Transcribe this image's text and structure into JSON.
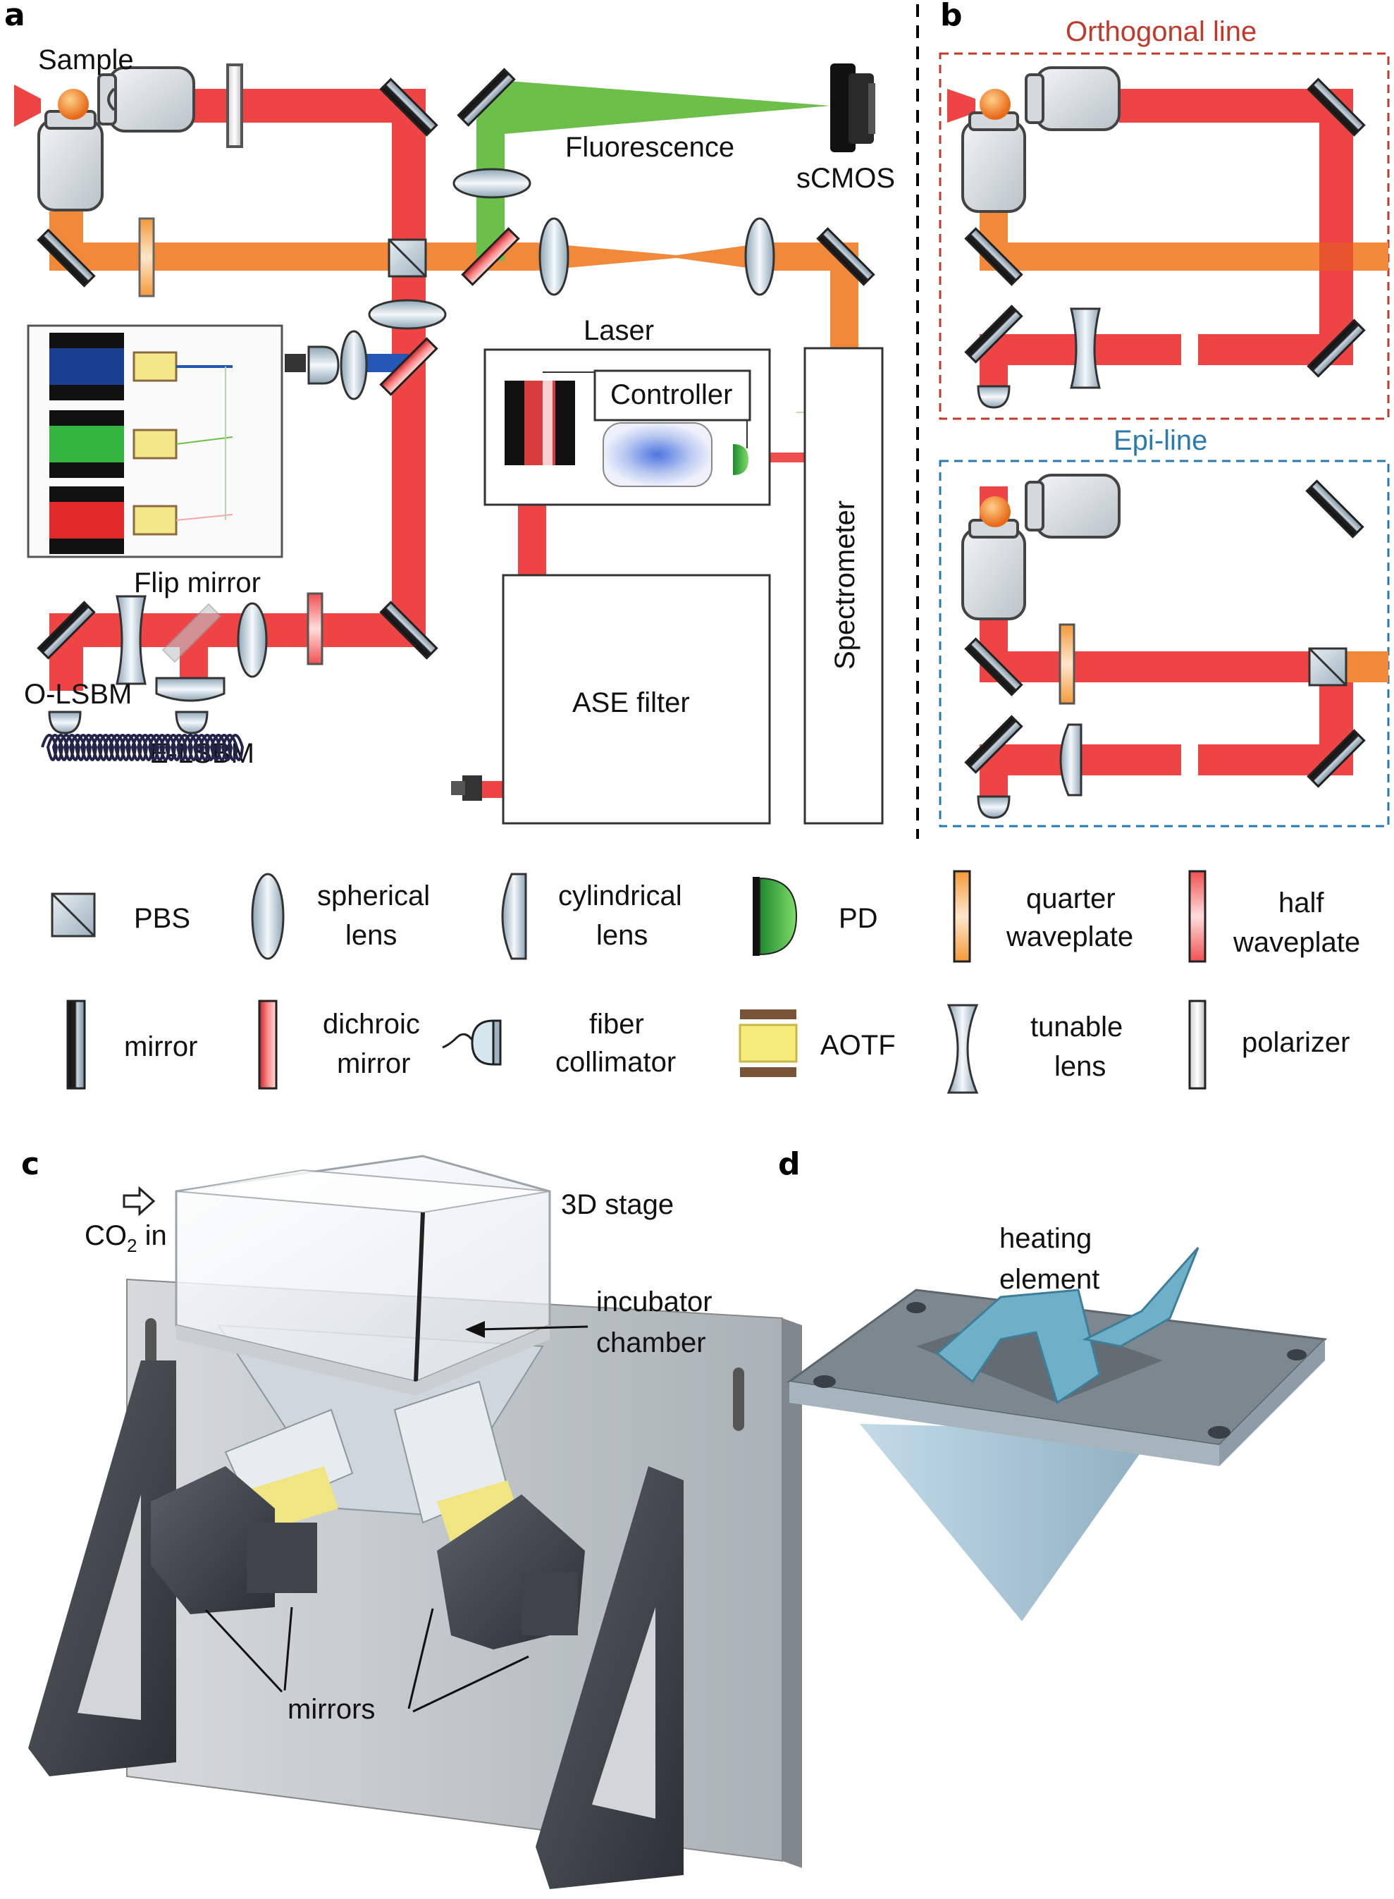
{
  "panels": {
    "a": "a",
    "b": "b",
    "c": "c",
    "d": "d"
  },
  "panel_a": {
    "sample": "Sample",
    "fluorescence": "Fluorescence",
    "camera": "sCMOS",
    "laser": "Laser",
    "controller": "Controller",
    "flip_mirror": "Flip mirror",
    "o_lsbm": "O-LSBM",
    "e_lsbm": "E-LSBM",
    "ase_filter": "ASE filter",
    "spectrometer": "Spectrometer"
  },
  "panel_b": {
    "orthogonal_title": "Orthogonal line",
    "epi_title": "Epi-line"
  },
  "legend": {
    "row1": [
      {
        "icon": "pbs-icon",
        "lines": [
          "PBS"
        ]
      },
      {
        "icon": "spherical-lens-icon",
        "lines": [
          "spherical",
          "lens"
        ]
      },
      {
        "icon": "cylindrical-lens-icon",
        "lines": [
          "cylindrical",
          "lens"
        ]
      },
      {
        "icon": "pd-icon",
        "lines": [
          "PD"
        ]
      },
      {
        "icon": "quarter-waveplate-icon",
        "lines": [
          "quarter",
          "waveplate"
        ]
      },
      {
        "icon": "half-waveplate-icon",
        "lines": [
          "half",
          "waveplate"
        ]
      }
    ],
    "row2": [
      {
        "icon": "mirror-icon",
        "lines": [
          "mirror"
        ]
      },
      {
        "icon": "dichroic-mirror-icon",
        "lines": [
          "dichroic",
          "mirror"
        ]
      },
      {
        "icon": "fiber-collimator-icon",
        "lines": [
          "fiber",
          "collimator"
        ]
      },
      {
        "icon": "aotf-icon",
        "lines": [
          "AOTF"
        ]
      },
      {
        "icon": "tunable-lens-icon",
        "lines": [
          "tunable",
          "lens"
        ]
      },
      {
        "icon": "polarizer-icon",
        "lines": [
          "polarizer"
        ]
      }
    ]
  },
  "panel_c": {
    "co2_main": "CO",
    "co2_sub": "2",
    "co2_tail": " in",
    "stage": "3D stage",
    "incubator_1": "incubator",
    "incubator_2": "chamber",
    "mirrors": "mirrors"
  },
  "panel_d": {
    "heating_1": "heating",
    "heating_2": "element"
  },
  "colors": {
    "red_beam": "#ee4444",
    "orange_beam": "#f08a3a",
    "green_beam": "#6cc04a",
    "blue_beam": "#2456b4",
    "ortho_box": "#c0392b",
    "epi_box": "#2a7ab0"
  }
}
